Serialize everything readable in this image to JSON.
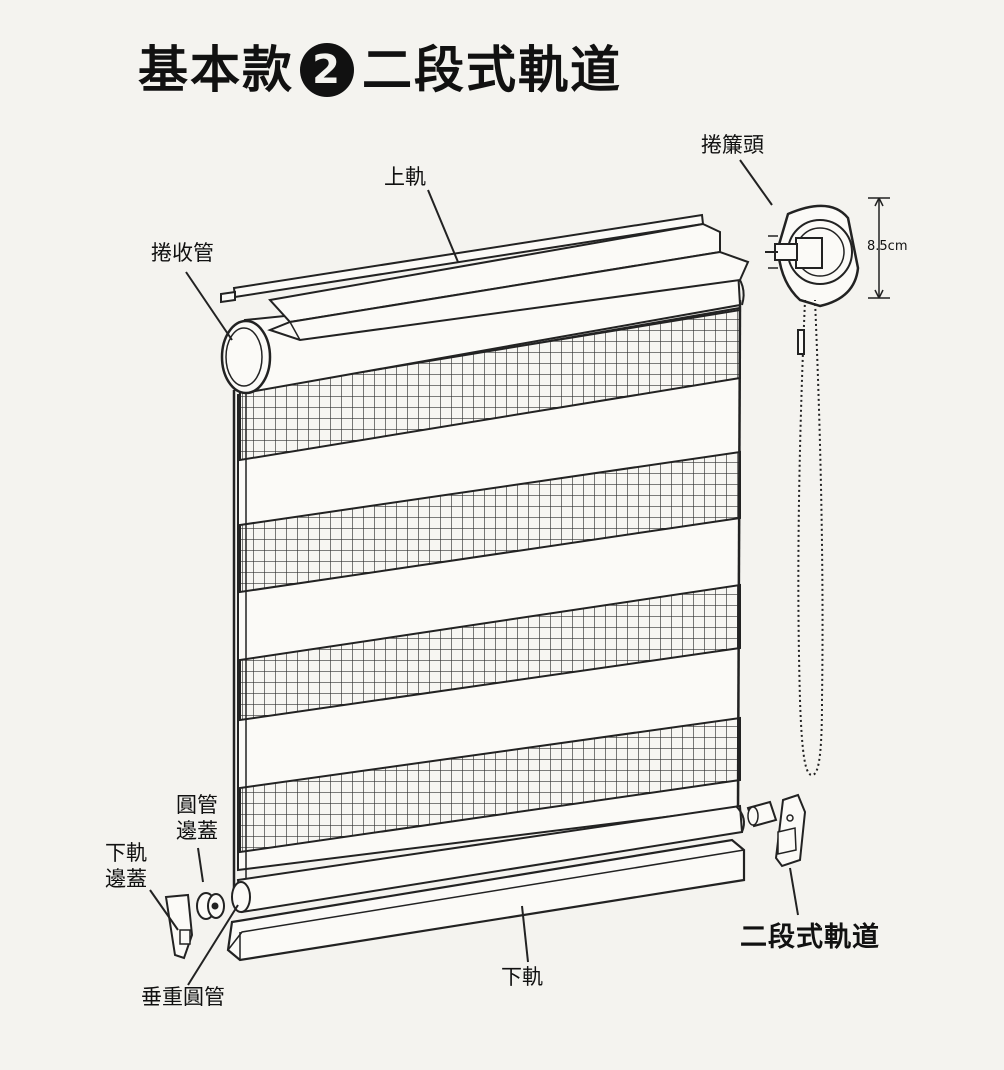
{
  "title": {
    "prefix": "基本款",
    "number": "2",
    "suffix": "二段式軌道"
  },
  "labels": {
    "top_rail": "上軌",
    "roller_tube": "捲收管",
    "winding_head": "捲簾頭",
    "dimension": "8.5cm",
    "tube_end_cap_line1": "圓管",
    "tube_end_cap_line2": "邊蓋",
    "bottom_rail_cap_line1": "下軌",
    "bottom_rail_cap_line2": "邊蓋",
    "weight_tube": "垂重圓管",
    "bottom_rail": "下軌",
    "two_section_rail": "二段式軌道"
  },
  "colors": {
    "line": "#222222",
    "paper": "#f4f3ef",
    "fabric_sheer": "#fbfaf7"
  }
}
